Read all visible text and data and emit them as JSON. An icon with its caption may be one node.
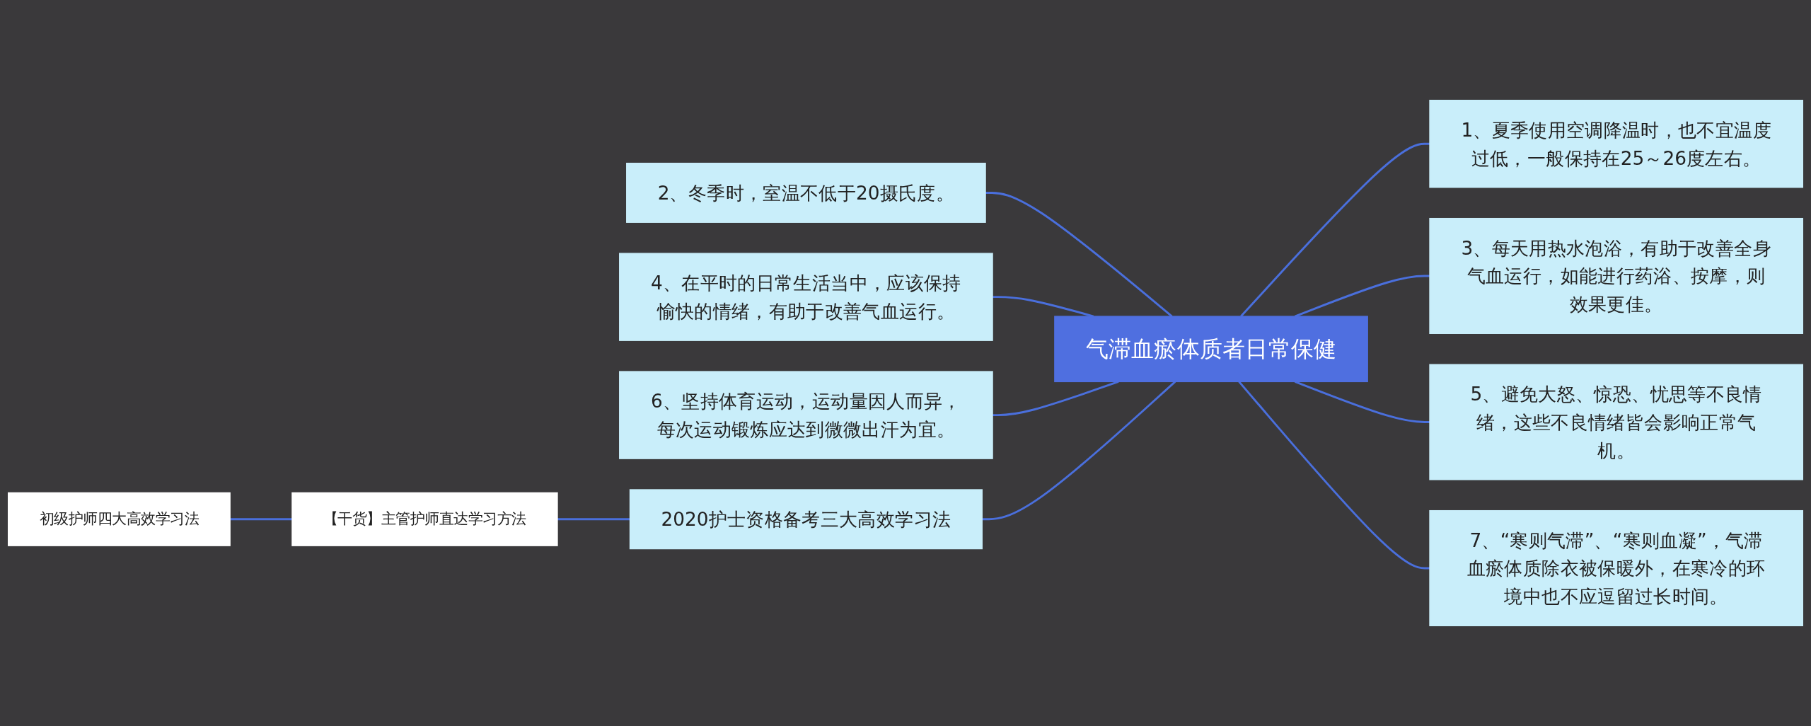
{
  "diagram": {
    "nodes": [
      {
        "text": [
          "气滞血瘀体质者日常保健"
        ]
      },
      {
        "text": [
          "1、夏季使用空调降温时，也不宜温度过低，一般保持在25～26度左右。"
        ]
      },
      {
        "text": [
          "2、冬季时，室温不低于20摄氏度。"
        ]
      },
      {
        "text": [
          "3、每天用热水泡浴，有助于改善全身气血运行，如能进行药浴、按摩，则效果更佳。"
        ]
      },
      {
        "text": [
          "4、在平时的日常生活当中，应该保持愉快的情绪，有助于改善气血运行。"
        ]
      },
      {
        "text": [
          "5、避免大怒、惊恐、忧思等不良情绪，这些不良情绪皆会影响正常气机。"
        ]
      },
      {
        "text": [
          "6、坚持体育运动，运动量因人而异，每次运动锻炼应达到微微出汗为宜。"
        ]
      },
      {
        "text": [
          "7、“寒则气滞”、“寒则血凝”，气滞血瘀体质除衣被保暖外，在寒冷的环境中也不应逗留过长时间。"
        ]
      },
      {
        "text": [
          "2020护士资格备考三大高效学习法"
        ]
      },
      {
        "text": [
          "【干货】主管护师直达学习方法"
        ]
      },
      {
        "text": [
          "初级护师四大高效学习法"
        ]
      }
    ],
    "edges": [
      {
        "from": 10,
        "to": 9,
        "arrow": "none"
      },
      {
        "from": 9,
        "to": 8,
        "arrow": "none"
      },
      {
        "from": 2,
        "to": 0,
        "arrow": "none"
      },
      {
        "from": 4,
        "to": 0,
        "arrow": "none"
      },
      {
        "from": 6,
        "to": 0,
        "arrow": "none"
      },
      {
        "from": 8,
        "to": 0,
        "arrow": "none"
      },
      {
        "from": 0,
        "to": 1,
        "arrow": "none"
      },
      {
        "from": 0,
        "to": 3,
        "arrow": "none"
      },
      {
        "from": 0,
        "to": 5,
        "arrow": "none"
      },
      {
        "from": 0,
        "to": 7,
        "arrow": "none"
      }
    ]
  }
}
